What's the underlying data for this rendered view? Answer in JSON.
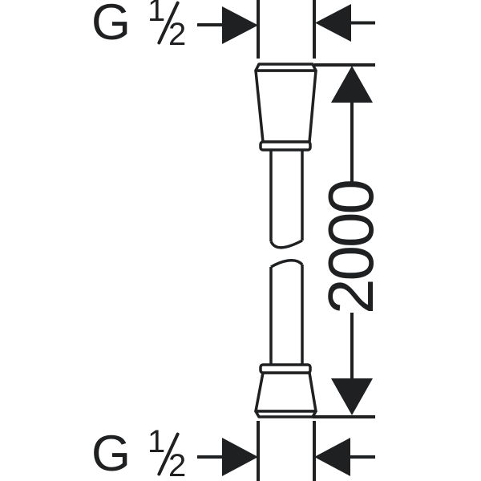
{
  "diagram": {
    "colors": {
      "ink": "#1e2022",
      "background": "#ffffff"
    },
    "top_connection": {
      "label": "G ½",
      "letter": "G",
      "numerator": "1",
      "denominator": "2"
    },
    "bottom_connection": {
      "label": "G ½",
      "letter": "G",
      "numerator": "1",
      "denominator": "2"
    },
    "length": {
      "value": "2000"
    }
  }
}
